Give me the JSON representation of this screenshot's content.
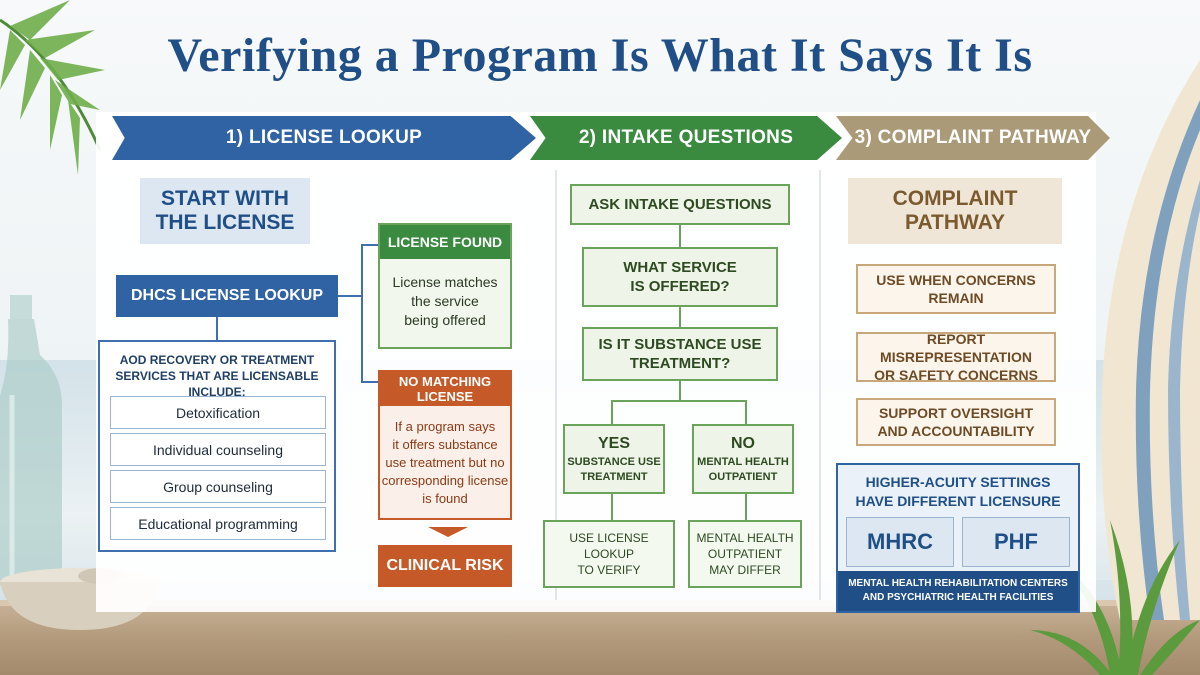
{
  "title": "Verifying a Program Is What It Says It Is",
  "banners": {
    "step1": "1) LICENSE LOOKUP",
    "step2": "2) INTAKE QUESTIONS",
    "step3": "3) COMPLAINT PATHWAY"
  },
  "license": {
    "heading_line1": "START WITH",
    "heading_line2": "THE LICENSE",
    "lookup_button": "DHCS LICENSE LOOKUP",
    "services_title_line1": "AOD RECOVERY OR TREATMENT",
    "services_title_line2": "SERVICES THAT ARE LICENSABLE INCLUDE:",
    "services": [
      "Detoxification",
      "Individual counseling",
      "Group counseling",
      "Educational programming"
    ],
    "found": {
      "header": "LICENSE FOUND",
      "body_line1": "License matches",
      "body_line2": "the service",
      "body_line3": "being offered"
    },
    "no_match": {
      "header": "NO MATCHING LICENSE",
      "body_line1": "If a program says",
      "body_line2": "it offers substance",
      "body_line3": "use treatment but no",
      "body_line4": "corresponding license",
      "body_line5": "is found"
    },
    "clinical_risk": "CLINICAL RISK"
  },
  "intake": {
    "ask": "ASK INTAKE QUESTIONS",
    "q1_line1": "WHAT SERVICE",
    "q1_line2": "IS OFFERED?",
    "q2_line1": "IS IT SUBSTANCE USE",
    "q2_line2": "TREATMENT?",
    "yes": {
      "label": "YES",
      "line1": "SUBSTANCE USE",
      "line2": "TREATMENT"
    },
    "no": {
      "label": "NO",
      "line1": "MENTAL HEALTH",
      "line2": "OUTPATIENT"
    },
    "yes_action_line1": "USE LICENSE LOOKUP",
    "yes_action_line2": "TO VERIFY",
    "no_action_line1": "MENTAL HEALTH",
    "no_action_line2": "OUTPATIENT",
    "no_action_line3": "MAY DIFFER"
  },
  "complaint": {
    "heading_line1": "COMPLAINT",
    "heading_line2": "PATHWAY",
    "step1_line1": "USE WHEN CONCERNS",
    "step1_line2": "REMAIN",
    "step2_line1": "REPORT MISREPRESENTATION",
    "step2_line2": "OR SAFETY CONCERNS",
    "step3_line1": "SUPPORT OVERSIGHT",
    "step3_line2": "AND ACCOUNTABILITY"
  },
  "higher_acuity": {
    "title_line1": "HIGHER-ACUITY SETTINGS",
    "title_line2": "HAVE DIFFERENT LICENSURE",
    "chip1": "MHRC",
    "chip2": "PHF",
    "foot_line1": "MENTAL HEALTH REHABILITATION CENTERS",
    "foot_line2": "AND PSYCHIATRIC HEALTH FACILITIES"
  },
  "colors": {
    "blue": "#2f63a3",
    "green": "#3a8a3f",
    "tan": "#aa9a77",
    "orange": "#c55a28"
  }
}
